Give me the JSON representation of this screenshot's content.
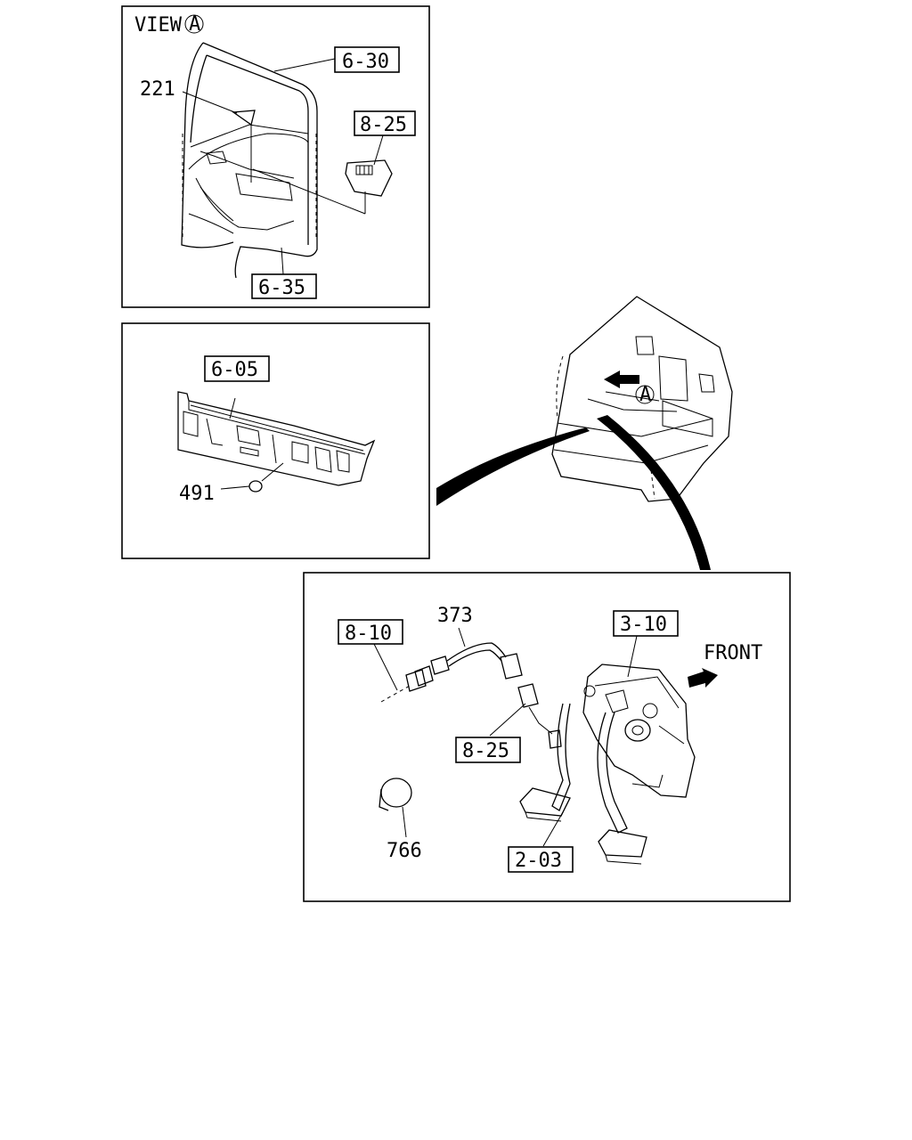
{
  "view_a": {
    "title": "VIEW",
    "marker": "A",
    "refs": [
      "6-30",
      "8-25",
      "6-35"
    ],
    "parts": [
      "221"
    ]
  },
  "panel_2": {
    "refs": [
      "6-05"
    ],
    "parts": [
      "491"
    ]
  },
  "cab": {
    "marker": "A"
  },
  "panel_3": {
    "refs": [
      "8-10",
      "3-10",
      "8-25",
      "2-03"
    ],
    "parts": [
      "373",
      "766"
    ],
    "direction": "FRONT"
  }
}
